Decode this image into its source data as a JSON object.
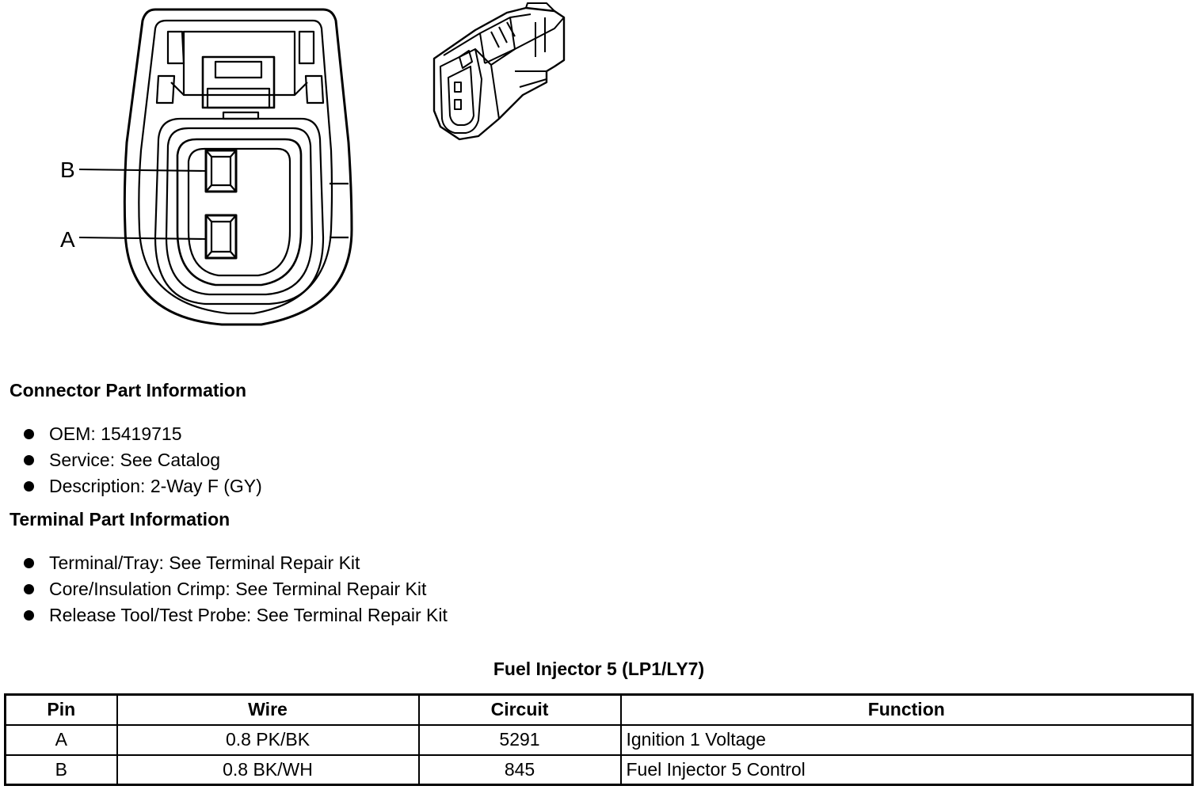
{
  "diagram": {
    "pin_labels": [
      "B",
      "A"
    ]
  },
  "connector_info": {
    "heading": "Connector Part Information",
    "items": [
      "OEM: 15419715",
      "Service: See Catalog",
      "Description: 2-Way F (GY)"
    ]
  },
  "terminal_info": {
    "heading": "Terminal Part Information",
    "items": [
      "Terminal/Tray: See Terminal Repair Kit",
      "Core/Insulation Crimp: See Terminal Repair Kit",
      "Release Tool/Test Probe: See Terminal Repair Kit"
    ]
  },
  "pin_table": {
    "title": "Fuel Injector 5 (LP1/LY7)",
    "headers": [
      "Pin",
      "Wire",
      "Circuit",
      "Function"
    ],
    "rows": [
      [
        "A",
        "0.8 PK/BK",
        "5291",
        "Ignition 1 Voltage"
      ],
      [
        "B",
        "0.8 BK/WH",
        "845",
        "Fuel Injector 5 Control"
      ]
    ]
  }
}
